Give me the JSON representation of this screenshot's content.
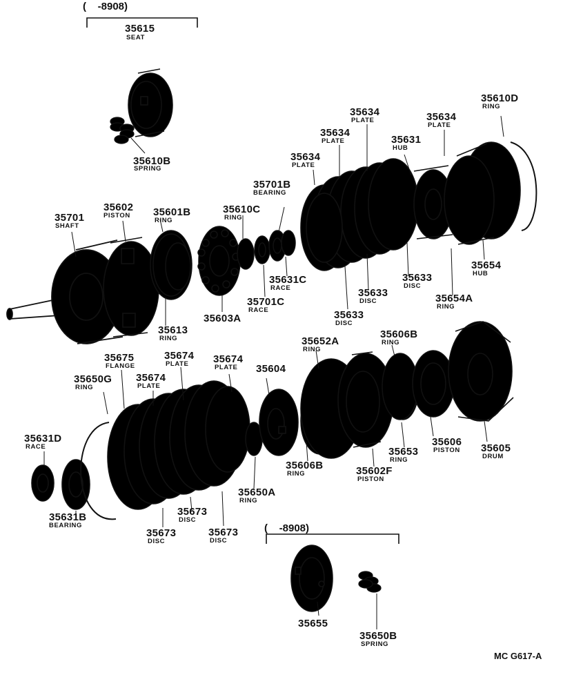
{
  "header_top": "(    -8908)",
  "header_bottom": "(    -8908)",
  "diagram_code": "MC G617-A",
  "parts": [
    {
      "id": "p35615",
      "number": "35615",
      "name": "SEAT"
    },
    {
      "id": "p35610B",
      "number": "35610B",
      "name": "SPRING"
    },
    {
      "id": "p35701",
      "number": "35701",
      "name": "SHAFT"
    },
    {
      "id": "p35602",
      "number": "35602",
      "name": "PISTON"
    },
    {
      "id": "p35601B",
      "number": "35601B",
      "name": "RING"
    },
    {
      "id": "p35610C",
      "number": "35610C",
      "name": "RING"
    },
    {
      "id": "p35701B",
      "number": "35701B",
      "name": "BEARING"
    },
    {
      "id": "p35634a",
      "number": "35634",
      "name": "PLATE"
    },
    {
      "id": "p35634b",
      "number": "35634",
      "name": "PLATE"
    },
    {
      "id": "p35634c",
      "number": "35634",
      "name": "PLATE"
    },
    {
      "id": "p35634d",
      "number": "35634",
      "name": "PLATE"
    },
    {
      "id": "p35631",
      "number": "35631",
      "name": "HUB"
    },
    {
      "id": "p35610D",
      "number": "35610D",
      "name": "RING"
    },
    {
      "id": "p35654",
      "number": "35654",
      "name": "HUB"
    },
    {
      "id": "p35654A",
      "number": "35654A",
      "name": "RING"
    },
    {
      "id": "p35633a",
      "number": "35633",
      "name": "DISC"
    },
    {
      "id": "p35633b",
      "number": "35633",
      "name": "DISC"
    },
    {
      "id": "p35633c",
      "number": "35633",
      "name": "DISC"
    },
    {
      "id": "p35631C",
      "number": "35631C",
      "name": "RACE"
    },
    {
      "id": "p35701C",
      "number": "35701C",
      "name": "RACE"
    },
    {
      "id": "p35603A",
      "number": "35603A",
      "name": ""
    },
    {
      "id": "p35613",
      "number": "35613",
      "name": "RING"
    },
    {
      "id": "p35652A",
      "number": "35652A",
      "name": "RING"
    },
    {
      "id": "p35606Ba",
      "number": "35606B",
      "name": "RING"
    },
    {
      "id": "p35675",
      "number": "35675",
      "name": "FLANGE"
    },
    {
      "id": "p35674a",
      "number": "35674",
      "name": "PLATE"
    },
    {
      "id": "p35674b",
      "number": "35674",
      "name": "PLATE"
    },
    {
      "id": "p35674c",
      "number": "35674",
      "name": "PLATE"
    },
    {
      "id": "p35604",
      "number": "35604",
      "name": ""
    },
    {
      "id": "p35650G",
      "number": "35650G",
      "name": "RING"
    },
    {
      "id": "p35631D",
      "number": "35631D",
      "name": "RACE"
    },
    {
      "id": "p35631B",
      "number": "35631B",
      "name": "BEARING"
    },
    {
      "id": "p35673a",
      "number": "35673",
      "name": "DISC"
    },
    {
      "id": "p35673b",
      "number": "35673",
      "name": "DISC"
    },
    {
      "id": "p35673c",
      "number": "35673",
      "name": "DISC"
    },
    {
      "id": "p35650A",
      "number": "35650A",
      "name": "RING"
    },
    {
      "id": "p35606Bb",
      "number": "35606B",
      "name": "RING"
    },
    {
      "id": "p35602F",
      "number": "35602F",
      "name": "PISTON"
    },
    {
      "id": "p35653",
      "number": "35653",
      "name": "RING"
    },
    {
      "id": "p35606",
      "number": "35606",
      "name": "PISTON"
    },
    {
      "id": "p35605",
      "number": "35605",
      "name": "DRUM"
    },
    {
      "id": "p35655",
      "number": "35655",
      "name": ""
    },
    {
      "id": "p35650B",
      "number": "35650B",
      "name": "SPRING"
    }
  ]
}
